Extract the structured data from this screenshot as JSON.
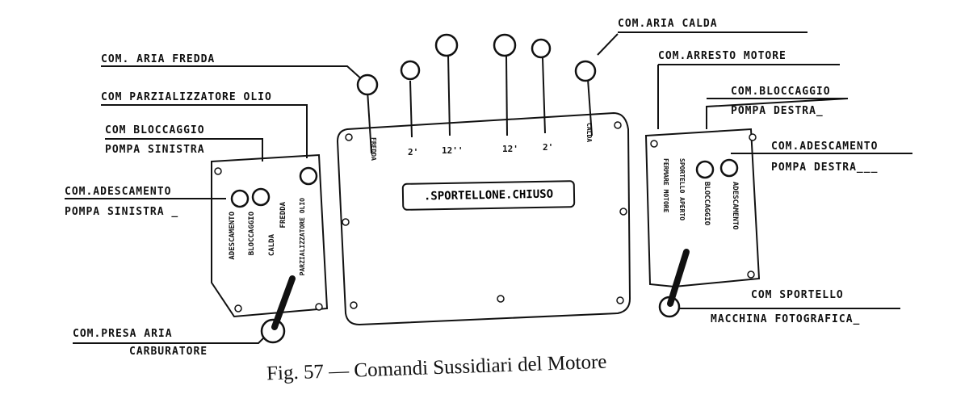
{
  "labels": {
    "com_aria_fredda": "COM. ARIA  FREDDA",
    "com_parzializzatore_olio": "COM PARZIALIZZATORE OLIO",
    "com_bloccaggio_sx_1": "COM BLOCCAGGIO",
    "com_bloccaggio_sx_2": "POMPA SINISTRA",
    "com_adescamento_sx_1": "COM.ADESCAMENTO",
    "com_adescamento_sx_2": "POMPA  SINISTRA _",
    "com_presa_aria_1": "COM.PRESA ARIA",
    "com_presa_aria_2": "CARBURATORE",
    "com_aria_calda": "COM.ARIA CALDA",
    "com_arresto_motore": "COM.ARRESTO MOTORE",
    "com_bloccaggio_dx_1": "COM.BLOCCAGGIO",
    "com_bloccaggio_dx_2": "POMPA DESTRA_",
    "com_adescamento_dx_1": "COM.ADESCAMENTO",
    "com_adescamento_dx_2": "POMPA DESTRA___",
    "com_sportello_1": "COM SPORTELLO",
    "com_sportello_2": "MACCHINA FOTOGRAFICA_"
  },
  "center_plate": ".SPORTELLONE.CHIUSO",
  "center_levers": [
    "FREDDA",
    "2'",
    "12''",
    "12'",
    "2'",
    "CALDA"
  ],
  "left_panel": [
    "ADESCAMENTO",
    "BLOCCAGGIO",
    "CALDA",
    "FREDDA",
    "PARZIALIZZATORE OLIO"
  ],
  "right_panel": [
    "FERMARE MOTORE",
    "SPORTELLO APERTO",
    "BLOCCAGGIO",
    "ADESCAMENTO"
  ],
  "caption": "Fig. 57 — Comandi Sussidiari del Motore"
}
